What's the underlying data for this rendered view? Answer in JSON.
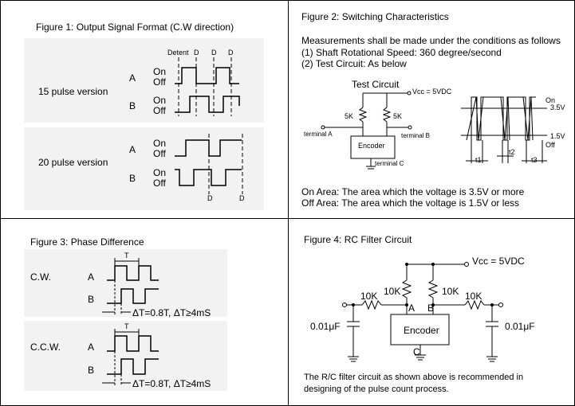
{
  "fig1": {
    "title": "Figure 1: Output Signal Format (C.W direction)",
    "detent": "Detent",
    "d": "D",
    "v15": "15 pulse version",
    "v20": "20 pulse version",
    "a": "A",
    "b": "B",
    "on": "On",
    "off": "Off"
  },
  "fig2": {
    "title": "Figure 2: Switching Characteristics",
    "line1": "Measurements shall be made under the conditions as follows",
    "line2": "(1) Shaft Rotational Speed: 360 degree/second",
    "line3": "(2) Test Circuit: As below",
    "test_circuit": "Test Circuit",
    "vcc": "Vcc = 5VDC",
    "r": "5K",
    "terminal_a": "terminal A",
    "terminal_b": "terminal B",
    "terminal_c": "terminal C",
    "encoder": "Encoder",
    "on": "On",
    "off": "Off",
    "v35": "3.5V",
    "v15": "1.5V",
    "t1": "t1",
    "t2": "t2",
    "t3": "t3",
    "on_area": "On Area: The area which the voltage is 3.5V or more",
    "off_area": "Off Area: The area which the voltage is 1.5V or less"
  },
  "fig3": {
    "title": "Figure 3: Phase Difference",
    "cw": "C.W.",
    "ccw": "C.C.W.",
    "a": "A",
    "b": "B",
    "t": "T",
    "spec": "ΔT=0.8T, ΔT≥4mS"
  },
  "fig4": {
    "title": "Figure 4: RC Filter Circuit",
    "vcc": "Vcc = 5VDC",
    "r10k": "10K",
    "cap": "0.01μF",
    "a": "A",
    "b": "B",
    "c": "C",
    "encoder": "Encoder",
    "note1": "The R/C filter circuit as shown above is recommended in",
    "note2": "designing of the pulse count process."
  }
}
